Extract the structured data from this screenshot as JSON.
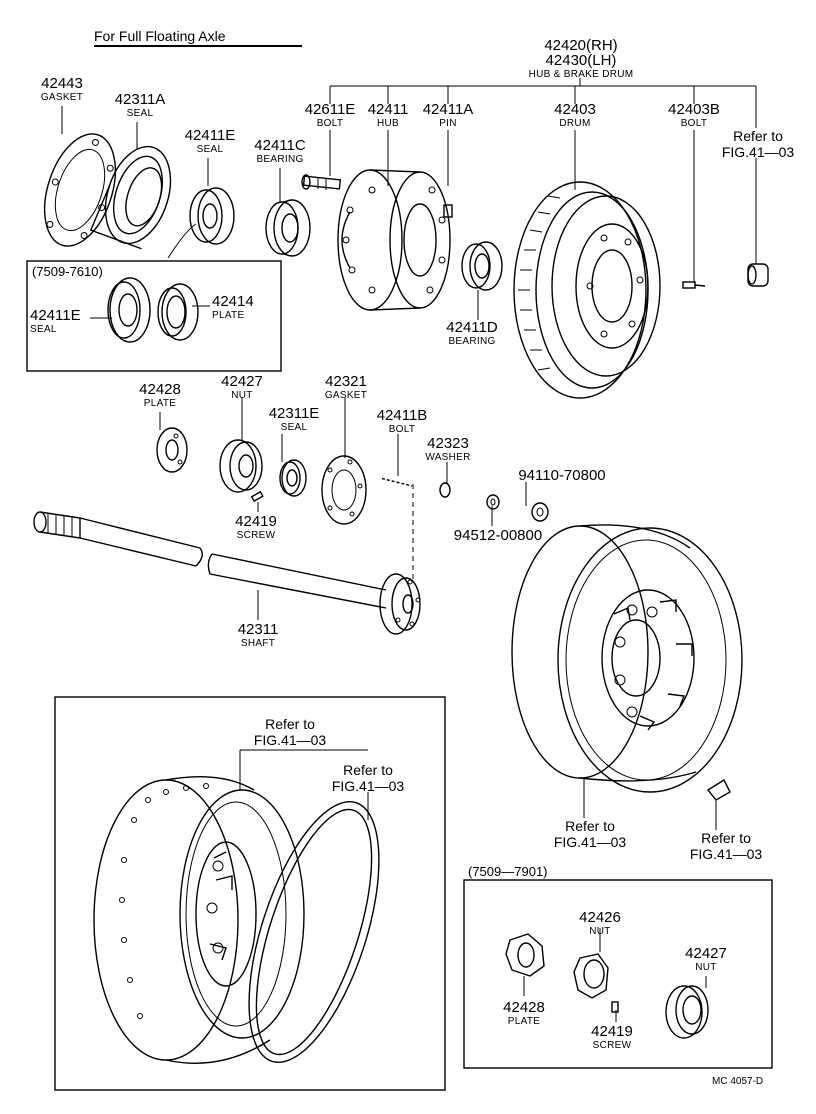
{
  "title": "For Full Floating Axle",
  "drawing_code": "MC 4057-D",
  "boxes": {
    "seal_plate_range": "(7509-7610)",
    "nut_plate_range": "(7509—7901)"
  },
  "parts": {
    "hub_drum": {
      "number_rh": "42420(RH)",
      "number_lh": "42430(LH)",
      "name": "HUB & BRAKE DRUM"
    },
    "gasket_outer": {
      "number": "42443",
      "name": "GASKET"
    },
    "seal_outer": {
      "number": "42311A",
      "name": "SEAL"
    },
    "seal_inner": {
      "number": "42411E",
      "name": "SEAL"
    },
    "bearing_outer": {
      "number": "42411C",
      "name": "BEARING"
    },
    "hub_bolt": {
      "number": "42611E",
      "name": "BOLT"
    },
    "hub": {
      "number": "42411",
      "name": "HUB"
    },
    "pin": {
      "number": "42411A",
      "name": "PIN"
    },
    "drum": {
      "number": "42403",
      "name": "DRUM"
    },
    "drum_bolt": {
      "number": "42403B",
      "name": "BOLT"
    },
    "bearing_inner": {
      "number": "42411D",
      "name": "BEARING"
    },
    "alt_seal": {
      "number": "42411E",
      "name": "SEAL"
    },
    "alt_plate": {
      "number": "42414",
      "name": "PLATE"
    },
    "lock_plate": {
      "number": "42428",
      "name": "PLATE"
    },
    "lock_nut": {
      "number": "42427",
      "name": "NUT"
    },
    "shaft_seal": {
      "number": "42311E",
      "name": "SEAL"
    },
    "shaft_gasket": {
      "number": "42321",
      "name": "GASKET"
    },
    "shaft_bolt": {
      "number": "42411B",
      "name": "BOLT"
    },
    "washer": {
      "number": "42323",
      "name": "WASHER"
    },
    "nut_hw": {
      "number": "94110-70800"
    },
    "washer_hw": {
      "number": "94512-00800"
    },
    "lock_screw": {
      "number": "42419",
      "name": "SCREW"
    },
    "shaft": {
      "number": "42311",
      "name": "SHAFT"
    },
    "alt_lock_nut_a": {
      "number": "42426",
      "name": "NUT"
    },
    "alt_lock_nut_b": {
      "number": "42427",
      "name": "NUT"
    },
    "alt_lock_plate": {
      "number": "42428",
      "name": "PLATE"
    },
    "alt_lock_screw": {
      "number": "42419",
      "name": "SCREW"
    }
  },
  "references": {
    "ref_top_right": [
      "Refer to",
      "FIG.41—03"
    ],
    "ref_wheel": [
      "Refer to",
      "FIG.41—03"
    ],
    "ref_valve": [
      "Refer to",
      "FIG.41—03"
    ],
    "ref_split_rim_a": [
      "Refer to",
      "FIG.41—03"
    ],
    "ref_split_rim_b": [
      "Refer to",
      "FIG.41—03"
    ]
  }
}
